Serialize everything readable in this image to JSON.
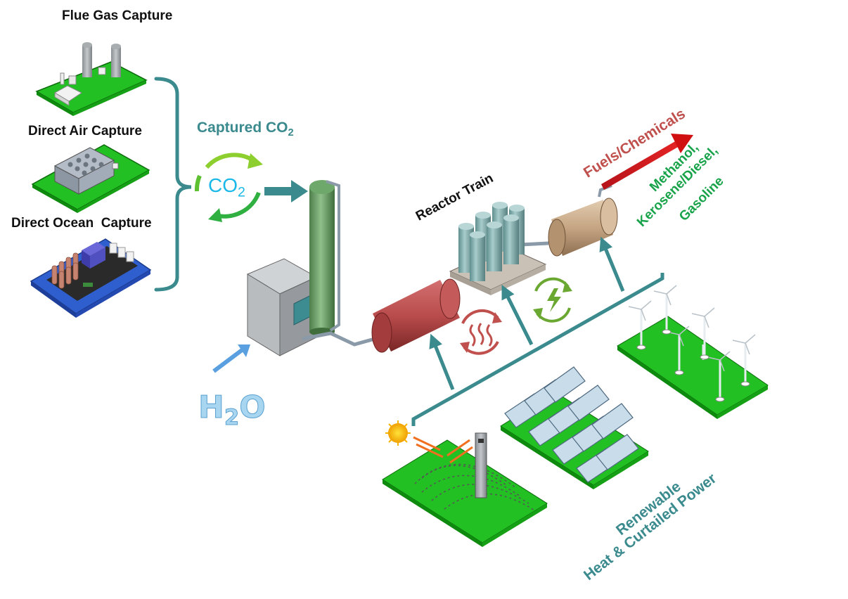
{
  "capture": {
    "flue_gas": "Flue Gas Capture",
    "direct_air": "Direct Air Capture",
    "direct_ocean": "Direct Ocean  Capture"
  },
  "captured_co2": {
    "label": "Captured CO",
    "subscript": "2"
  },
  "co2_cycle": {
    "main": "CO",
    "subscript": "2"
  },
  "water": {
    "main": "H",
    "subscript": "2",
    "tail": "O"
  },
  "reactor": {
    "label": "Reactor Train"
  },
  "products": {
    "title": "Fuels/Chemicals",
    "line1": "Methanol,",
    "line2": "Kerosene/Diesel,",
    "line3": "Gasoline"
  },
  "renewable": {
    "line1": "Renewable",
    "line2": "Heat & Curtailed Power"
  },
  "colors": {
    "teal": "#3a8a8e",
    "fuel_red": "#c0504d",
    "product_green": "#18a34a",
    "arrow_red": "#d01010",
    "platform_green": "#22c022",
    "co2_cyan": "#1ab8e8"
  }
}
